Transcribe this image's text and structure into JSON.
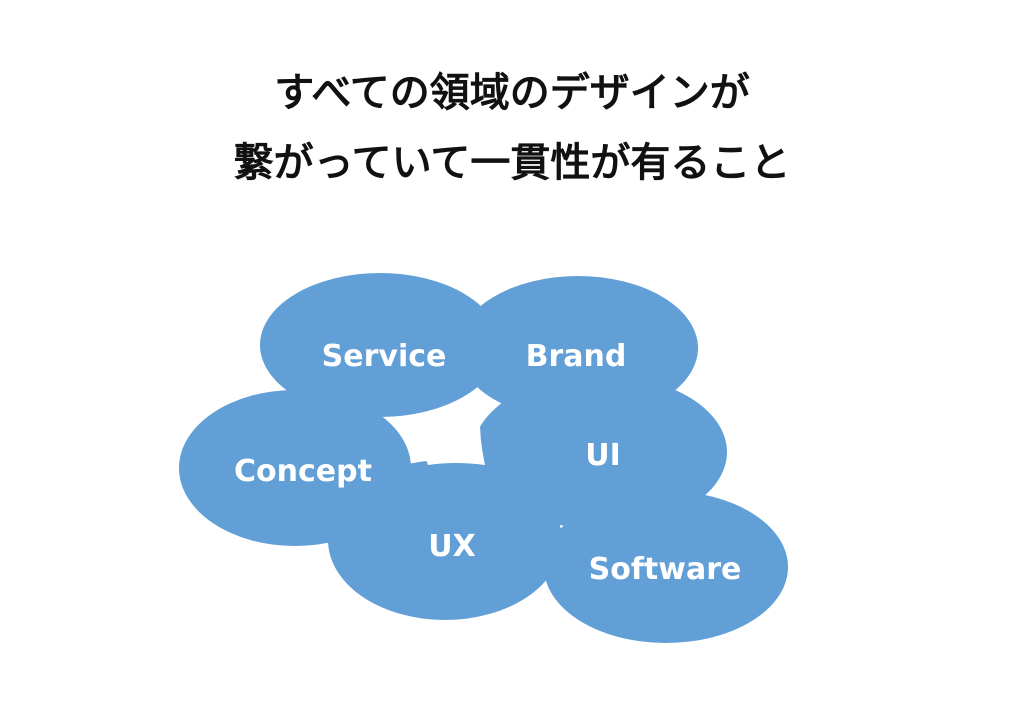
{
  "title": {
    "line1": "すべての領域のデザインが",
    "line2": "繋がっていて一貫性が有ること"
  },
  "colors": {
    "blob": "#629fd6",
    "background": "#ffffff",
    "label": "#ffffff",
    "title": "#111111"
  },
  "areas": [
    {
      "id": "service",
      "label": "Service"
    },
    {
      "id": "brand",
      "label": "Brand"
    },
    {
      "id": "ui",
      "label": "UI"
    },
    {
      "id": "software",
      "label": "Software"
    },
    {
      "id": "ux",
      "label": "UX"
    },
    {
      "id": "concept",
      "label": "Concept"
    }
  ]
}
